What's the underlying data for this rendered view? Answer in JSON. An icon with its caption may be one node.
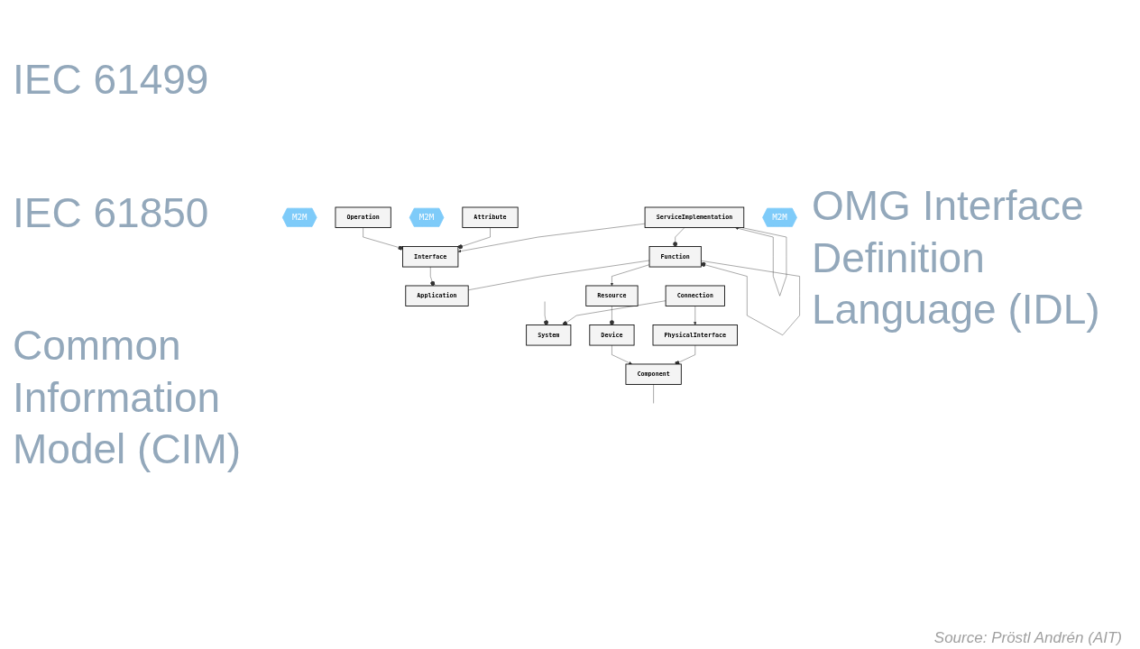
{
  "diagram": {
    "caption": "Source: Pröstl Andrén (AIT)",
    "nodes": [
      {
        "text": [
          "Function"
        ]
      },
      {
        "text": [
          "M2M"
        ]
      },
      {
        "text": [
          "Application"
        ]
      },
      {
        "text": [
          "ServiceImplementation"
        ]
      },
      {
        "text": [
          "Interface"
        ]
      },
      {
        "text": [
          "M2M"
        ]
      },
      {
        "text": [
          "Attribute"
        ]
      },
      {
        "text": [
          "Operation"
        ]
      },
      {
        "text": [
          "Connection"
        ]
      },
      {
        "text": [
          "System"
        ]
      },
      {
        "text": [
          "Resource"
        ]
      },
      {
        "text": [
          "PhysicalInterface"
        ]
      },
      {
        "text": [
          "M2M"
        ]
      },
      {
        "text": [
          "Device"
        ]
      },
      {
        "text": [
          "Component"
        ]
      }
    ],
    "edges": [
      {
        "from": 0,
        "to": 0,
        "arrow": "other"
      },
      {
        "from": 0,
        "to": 2,
        "arrow": "none"
      },
      {
        "from": 0,
        "to": 10,
        "arrow": "to"
      },
      {
        "from": 3,
        "to": 0,
        "arrow": "other"
      },
      {
        "from": 3,
        "to": 3,
        "arrow": "to"
      },
      {
        "from": 3,
        "to": 4,
        "arrow": "to"
      },
      {
        "from": 4,
        "to": 2,
        "arrow": "other"
      },
      {
        "from": 6,
        "to": 4,
        "arrow": "other"
      },
      {
        "from": 7,
        "to": 4,
        "arrow": "other"
      },
      {
        "from": 8,
        "to": 9,
        "arrow": "other"
      },
      {
        "from": null,
        "to": 9,
        "arrow": "other"
      },
      {
        "from": 8,
        "to": 11,
        "arrow": "to"
      },
      {
        "from": 10,
        "to": 13,
        "arrow": "other"
      },
      {
        "from": 11,
        "to": 14,
        "arrow": "other"
      },
      {
        "from": 13,
        "to": 14,
        "arrow": "to"
      },
      {
        "from": 14,
        "to": null,
        "arrow": "none"
      }
    ],
    "labels": [
      "IEC 61499",
      "OMG Interface Definition Language (IDL)",
      "IEC 61850",
      "Common Information Model (CIM)"
    ]
  }
}
